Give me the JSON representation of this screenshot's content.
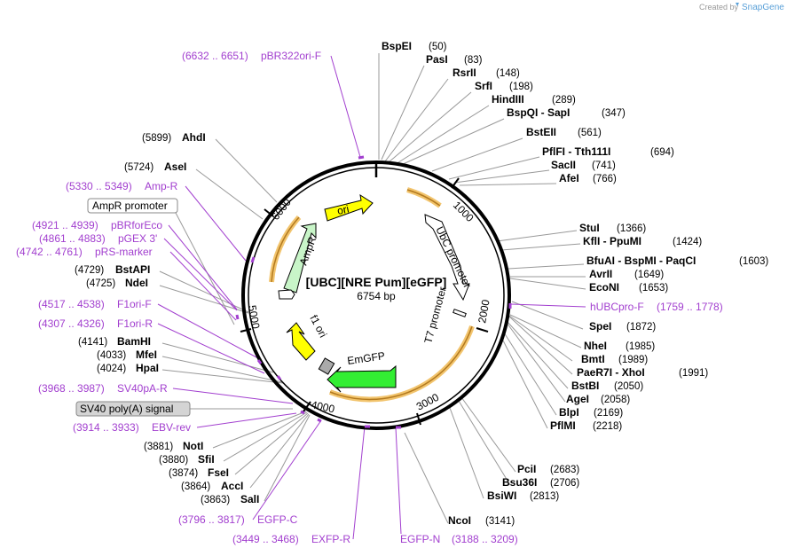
{
  "credit": {
    "prefix": "Created by",
    "brand": "SnapGene"
  },
  "plasmid": {
    "name": "[UBC][NRE Pum][eGFP]",
    "size_label": "6754 bp"
  },
  "ticks": [
    "1000",
    "2000",
    "3000",
    "4000",
    "5000",
    "6000"
  ],
  "features": {
    "ori": "ori",
    "ampr": "AmpR",
    "ubc": "UbC promoter",
    "t7": "T7 promoter",
    "emgfp": "EmGFP",
    "f1": "f1 ori",
    "ampr_promoter_box": "AmpR promoter",
    "sv40_box": "SV40 poly(A) signal"
  },
  "right_sites": [
    {
      "name": "BspEI",
      "pos": "(50)"
    },
    {
      "name": "PasI",
      "pos": "(83)"
    },
    {
      "name": "RsrII",
      "pos": "(148)"
    },
    {
      "name": "SrfI",
      "pos": "(198)"
    },
    {
      "name": "HindIII",
      "pos": "(289)"
    },
    {
      "name": "BspQI - SapI",
      "pos": "(347)"
    },
    {
      "name": "BstEII",
      "pos": "(561)"
    },
    {
      "name": "PflFI - Tth111I",
      "pos": "(694)"
    },
    {
      "name": "SacII",
      "pos": "(741)"
    },
    {
      "name": "AfeI",
      "pos": "(766)"
    },
    {
      "name": "StuI",
      "pos": "(1366)"
    },
    {
      "name": "KflI - PpuMI",
      "pos": "(1424)"
    },
    {
      "name": "BfuAI - BspMI - PaqCI",
      "pos": "(1603)"
    },
    {
      "name": "AvrII",
      "pos": "(1649)"
    },
    {
      "name": "EcoNI",
      "pos": "(1653)"
    },
    {
      "name": "SpeI",
      "pos": "(1872)"
    },
    {
      "name": "NheI",
      "pos": "(1985)"
    },
    {
      "name": "BmtI",
      "pos": "(1989)"
    },
    {
      "name": "PaeR7I - XhoI",
      "pos": "(1991)"
    },
    {
      "name": "BstBI",
      "pos": "(2050)"
    },
    {
      "name": "AgeI",
      "pos": "(2058)"
    },
    {
      "name": "BlpI",
      "pos": "(2169)"
    },
    {
      "name": "PflMI",
      "pos": "(2218)"
    },
    {
      "name": "PciI",
      "pos": "(2683)"
    },
    {
      "name": "Bsu36I",
      "pos": "(2706)"
    },
    {
      "name": "BsiWI",
      "pos": "(2813)"
    },
    {
      "name": "NcoI",
      "pos": "(3141)"
    }
  ],
  "left_sites": [
    {
      "name": "AhdI",
      "pos": "(5899)"
    },
    {
      "name": "AseI",
      "pos": "(5724)"
    },
    {
      "name": "BstAPI",
      "pos": "(4729)"
    },
    {
      "name": "NdeI",
      "pos": "(4725)"
    },
    {
      "name": "BamHI",
      "pos": "(4141)"
    },
    {
      "name": "MfeI",
      "pos": "(4033)"
    },
    {
      "name": "HpaI",
      "pos": "(4024)"
    },
    {
      "name": "NotI",
      "pos": "(3881)"
    },
    {
      "name": "SfiI",
      "pos": "(3880)"
    },
    {
      "name": "FseI",
      "pos": "(3874)"
    },
    {
      "name": "AccI",
      "pos": "(3864)"
    },
    {
      "name": "SalI",
      "pos": "(3863)"
    }
  ],
  "primers": [
    {
      "range": "(6632 .. 6651)",
      "name": "pBR322ori-F"
    },
    {
      "range": "(5330 .. 5349)",
      "name": "Amp-R"
    },
    {
      "range": "(4921 .. 4939)",
      "name": "pBRforEco"
    },
    {
      "range": "(4861 .. 4883)",
      "name": "pGEX 3'"
    },
    {
      "range": "(4742 .. 4761)",
      "name": "pRS-marker"
    },
    {
      "range": "(4517 .. 4538)",
      "name": "F1ori-F"
    },
    {
      "range": "(4307 .. 4326)",
      "name": "F1ori-R"
    },
    {
      "range": "(3968 .. 3987)",
      "name": "SV40pA-R"
    },
    {
      "range": "(3914 .. 3933)",
      "name": "EBV-rev"
    },
    {
      "range": "(3796 .. 3817)",
      "name": "EGFP-C"
    },
    {
      "range": "(3449 .. 3468)",
      "name": "EXFP-R"
    },
    {
      "range": "(3188 .. 3209)",
      "name": "EGFP-N"
    },
    {
      "range": "(1759 .. 1778)",
      "name": "hUBCpro-F"
    }
  ],
  "colors": {
    "primer": "#a23fcf",
    "ori": "#ffff00",
    "ampr": "#c8f5c8",
    "emgfp": "#33ee33",
    "f1": "#ffff00",
    "orange_band": "#f2c46d",
    "site_line": "#999999"
  }
}
